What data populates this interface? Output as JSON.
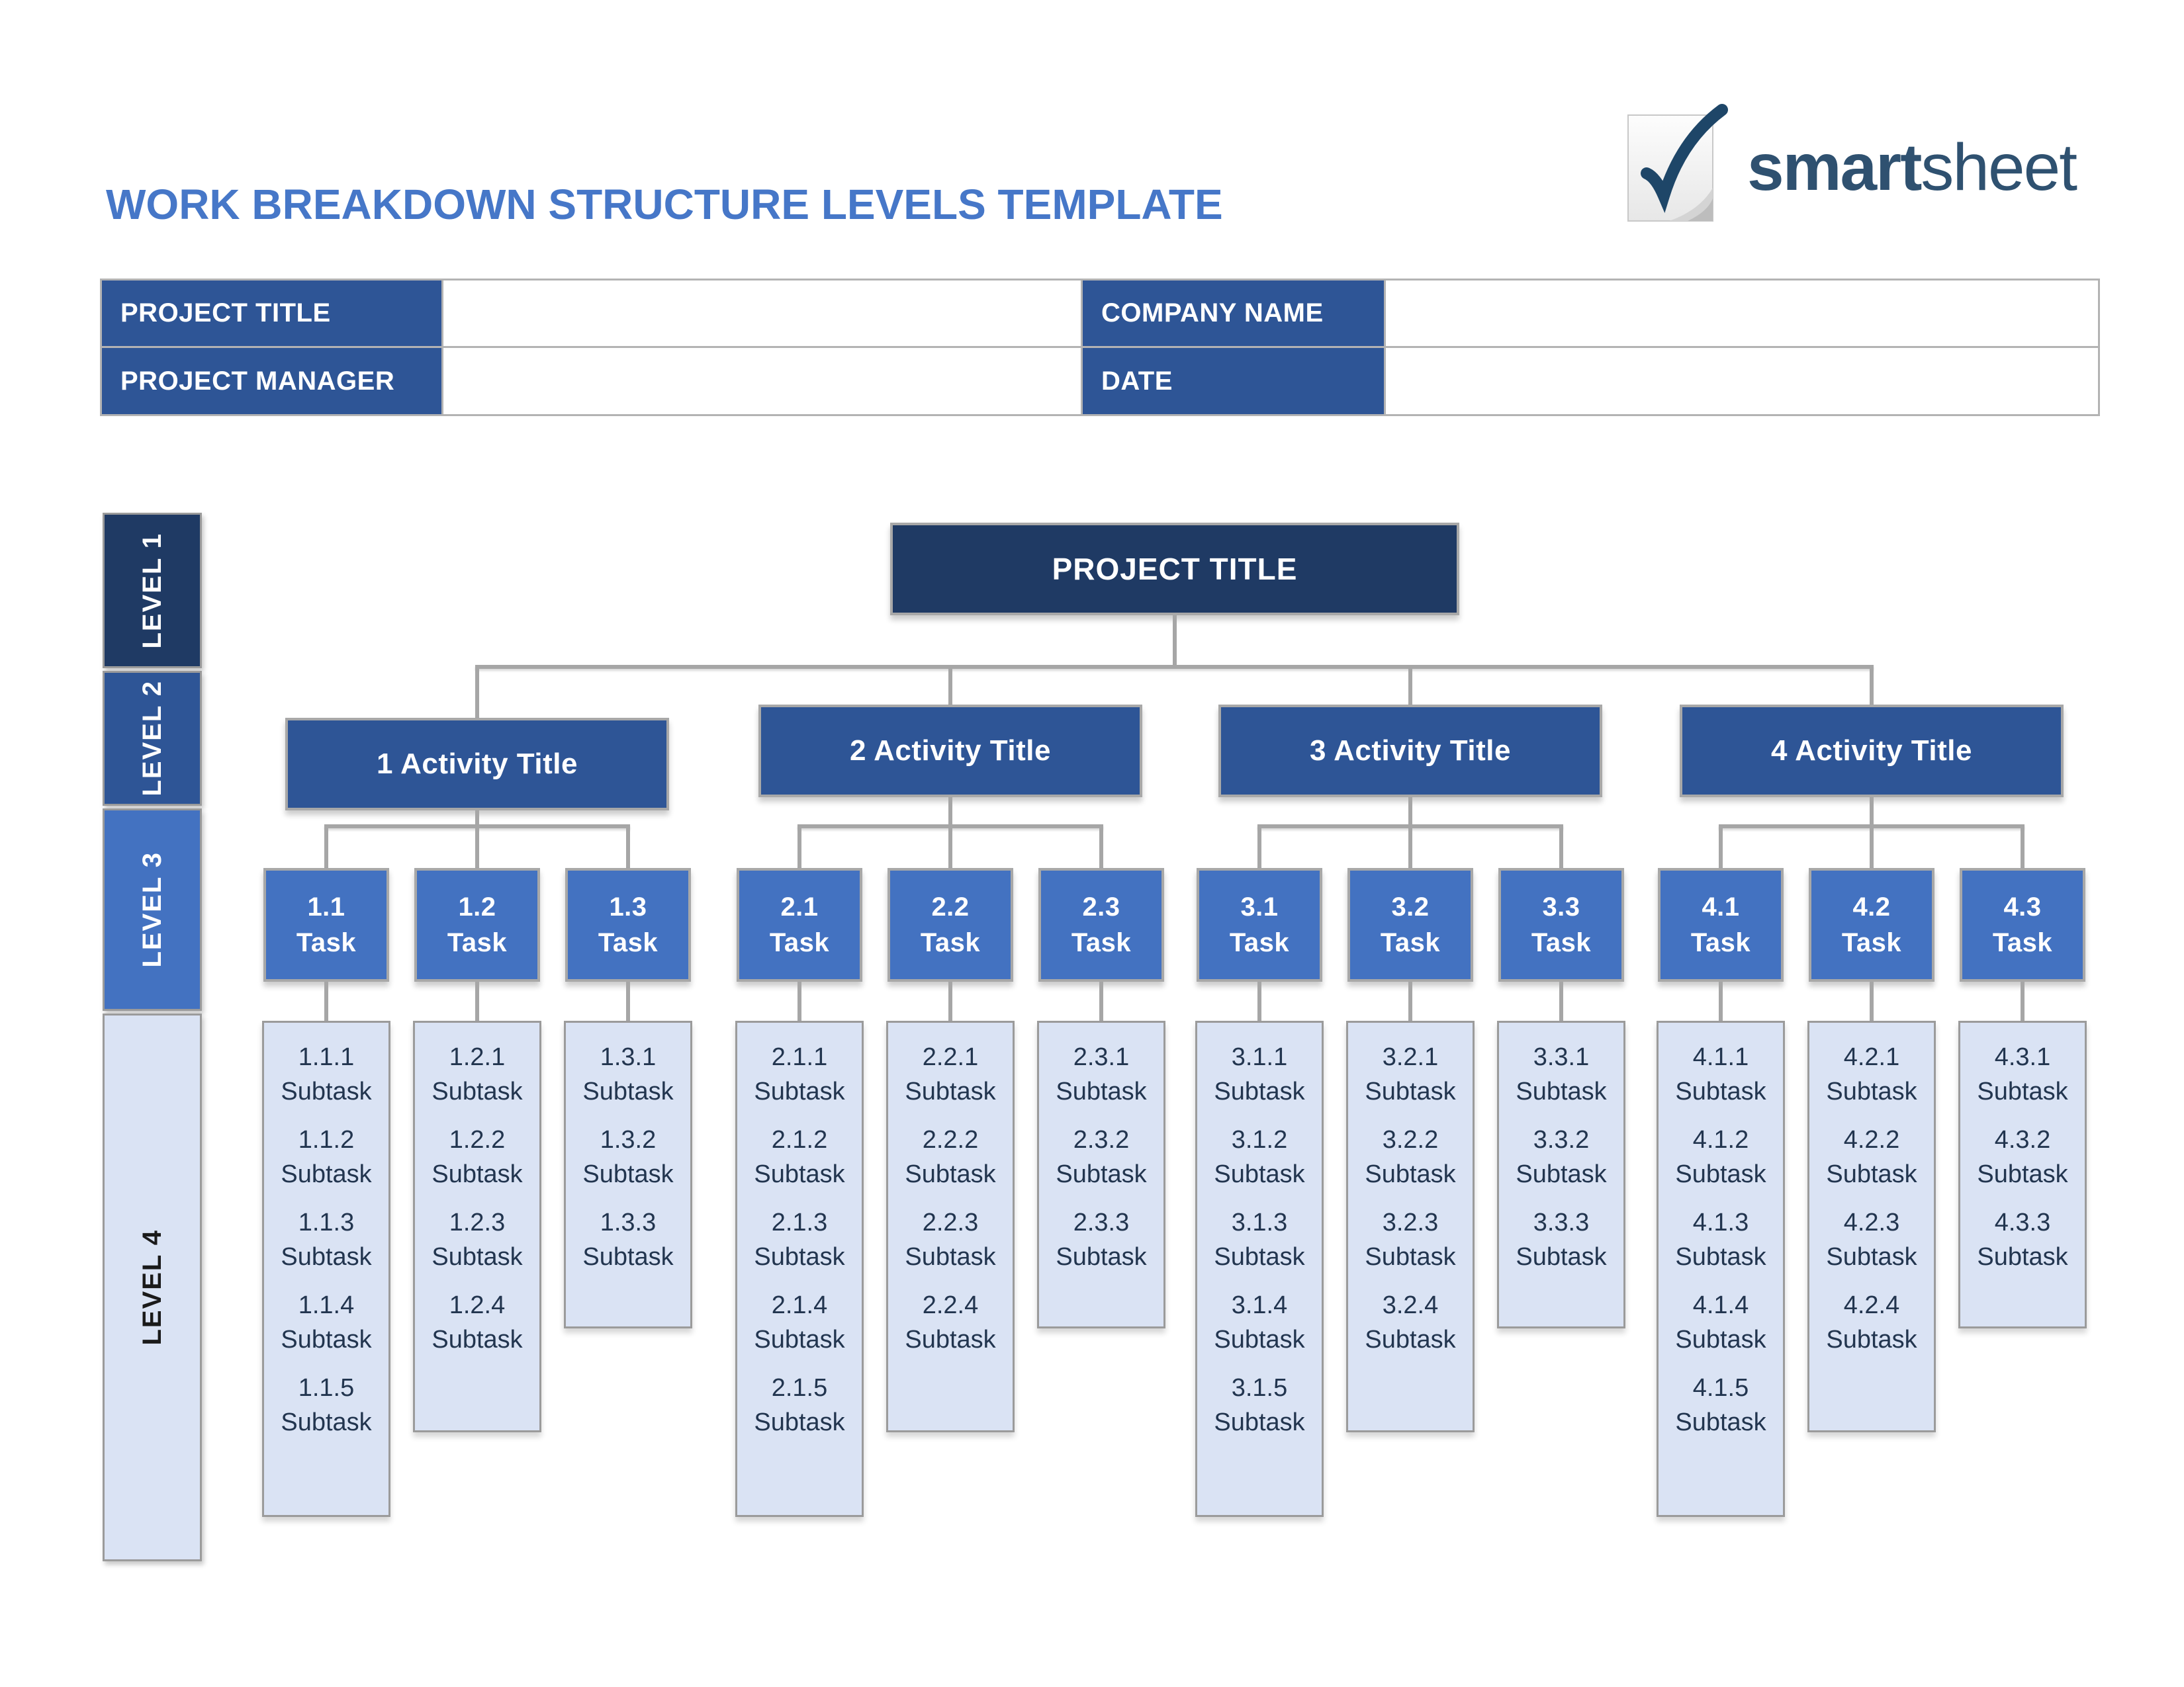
{
  "header": {
    "title": "WORK BREAKDOWN STRUCTURE LEVELS TEMPLATE"
  },
  "logo": {
    "brand_bold": "smart",
    "brand_light": "sheet"
  },
  "info_table": {
    "rows": [
      {
        "cells": [
          {
            "label": "PROJECT TITLE"
          },
          {
            "value": ""
          },
          {
            "label": "COMPANY NAME"
          },
          {
            "value": ""
          }
        ]
      },
      {
        "cells": [
          {
            "label": "PROJECT MANAGER"
          },
          {
            "value": ""
          },
          {
            "label": "DATE"
          },
          {
            "value": ""
          }
        ]
      }
    ]
  },
  "sidebar": {
    "levels": [
      {
        "label": "LEVEL 1"
      },
      {
        "label": "LEVEL 2"
      },
      {
        "label": "LEVEL 3"
      },
      {
        "label": "LEVEL 4"
      }
    ]
  },
  "chart": {
    "root": {
      "label": "PROJECT TITLE"
    },
    "task_word": "Task",
    "subtask_word": "Subtask",
    "activities": [
      {
        "label": "1 Activity Title",
        "tasks": [
          {
            "number": "1.1",
            "subtasks": [
              "1.1.1",
              "1.1.2",
              "1.1.3",
              "1.1.4",
              "1.1.5"
            ]
          },
          {
            "number": "1.2",
            "subtasks": [
              "1.2.1",
              "1.2.2",
              "1.2.3",
              "1.2.4"
            ]
          },
          {
            "number": "1.3",
            "subtasks": [
              "1.3.1",
              "1.3.2",
              "1.3.3"
            ]
          }
        ]
      },
      {
        "label": "2 Activity Title",
        "tasks": [
          {
            "number": "2.1",
            "subtasks": [
              "2.1.1",
              "2.1.2",
              "2.1.3",
              "2.1.4",
              "2.1.5"
            ]
          },
          {
            "number": "2.2",
            "subtasks": [
              "2.2.1",
              "2.2.2",
              "2.2.3",
              "2.2.4"
            ]
          },
          {
            "number": "2.3",
            "subtasks": [
              "2.3.1",
              "2.3.2",
              "2.3.3"
            ]
          }
        ]
      },
      {
        "label": "3 Activity Title",
        "tasks": [
          {
            "number": "3.1",
            "subtasks": [
              "3.1.1",
              "3.1.2",
              "3.1.3",
              "3.1.4",
              "3.1.5"
            ]
          },
          {
            "number": "3.2",
            "subtasks": [
              "3.2.1",
              "3.2.2",
              "3.2.3",
              "3.2.4"
            ]
          },
          {
            "number": "3.3",
            "subtasks": [
              "3.3.1",
              "3.3.2",
              "3.3.3"
            ]
          }
        ]
      },
      {
        "label": "4 Activity Title",
        "tasks": [
          {
            "number": "4.1",
            "subtasks": [
              "4.1.1",
              "4.1.2",
              "4.1.3",
              "4.1.4",
              "4.1.5"
            ]
          },
          {
            "number": "4.2",
            "subtasks": [
              "4.2.1",
              "4.2.2",
              "4.2.3",
              "4.2.4"
            ]
          },
          {
            "number": "4.3",
            "subtasks": [
              "4.3.1",
              "4.3.2",
              "4.3.3"
            ]
          }
        ]
      }
    ]
  },
  "colors": {
    "title_text": "#4677C8",
    "header_navy": "#1F3A64",
    "mid_blue": "#2E5596",
    "bright_blue": "#4372C1",
    "light_blue": "#DAE3F4",
    "line_gray": "#A6A6A6",
    "subtask_text": "#22354F",
    "table_border": "#B3B3B3",
    "logo_text": "#2F5170",
    "logo_check": "#1E4668",
    "level4_text": "#1A1A1A"
  }
}
